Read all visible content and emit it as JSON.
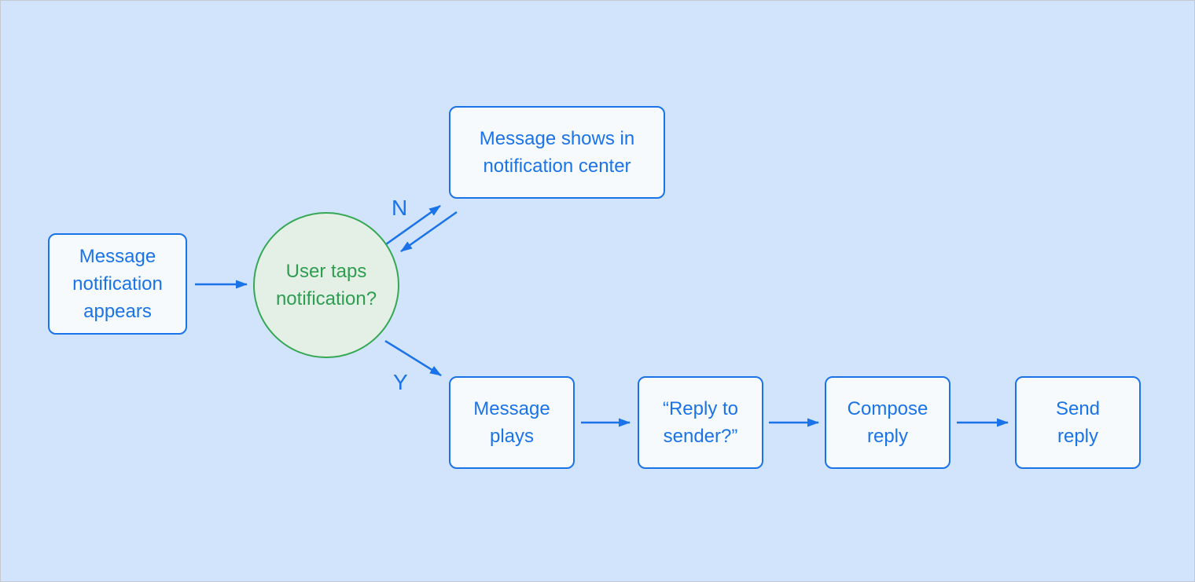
{
  "theme": {
    "canvas_bg": "#d2e3fc",
    "canvas_border": "#c5cad1",
    "accent_blue": "#1a73e8",
    "accent_green": "#34a853",
    "node_fill": "#f7fafd",
    "decision_fill": "#e4f0e5",
    "decision_text": "#2e9d51"
  },
  "diagram": {
    "nodes": {
      "message_notification_appears": {
        "label": "Message\nnotification\nappears"
      },
      "user_taps_notification": {
        "label": "User taps\nnotification?"
      },
      "message_shows_in_notification_center": {
        "label": "Message shows in\nnotification center"
      },
      "message_plays": {
        "label": "Message\nplays"
      },
      "reply_to_sender": {
        "label": "“Reply to\nsender?”"
      },
      "compose_reply": {
        "label": "Compose\nreply"
      },
      "send_reply": {
        "label": "Send\nreply"
      }
    },
    "edge_labels": {
      "no": "N",
      "yes": "Y"
    }
  }
}
